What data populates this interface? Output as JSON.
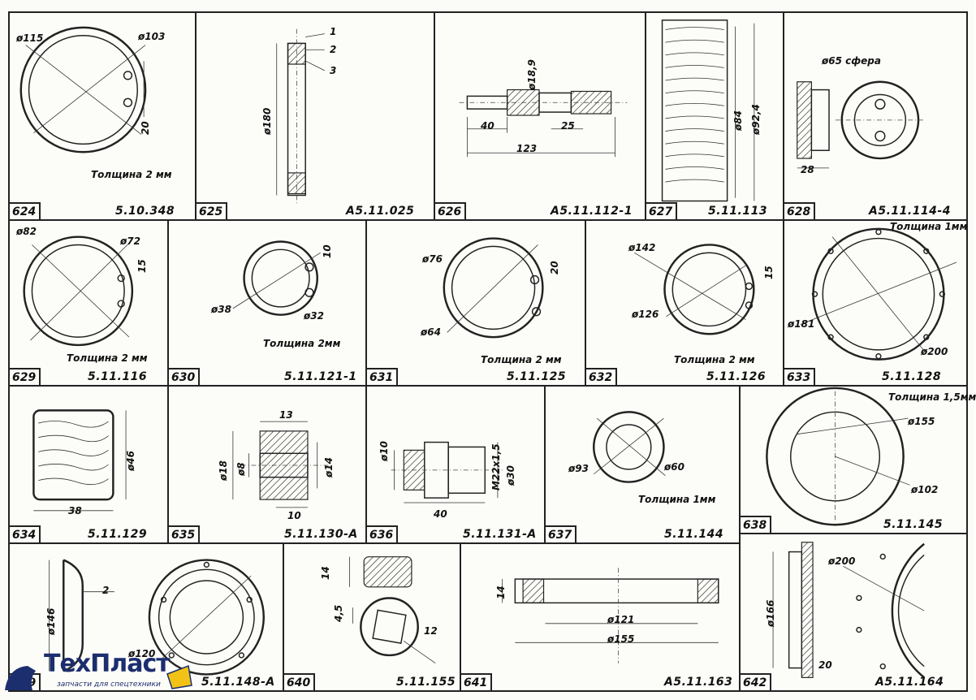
{
  "cells": [
    {
      "id": "c624",
      "num": "624",
      "code": "5.10.348",
      "labels": [
        "ø115",
        "ø103",
        "20"
      ],
      "note": "Толщина 2 мм"
    },
    {
      "id": "c625",
      "num": "625",
      "code": "А5.11.025",
      "labels": [
        "ø180",
        "1",
        "2",
        "3"
      ]
    },
    {
      "id": "c626",
      "num": "626",
      "code": "А5.11.112-1",
      "labels": [
        "ø18,9",
        "40",
        "25",
        "123"
      ]
    },
    {
      "id": "c627",
      "num": "627",
      "code": "5.11.113",
      "labels": [
        "ø84",
        "ø92,4"
      ]
    },
    {
      "id": "c628",
      "num": "628",
      "code": "А5.11.114-4",
      "labels": [
        "ø65 сфера",
        "28"
      ]
    },
    {
      "id": "c629",
      "num": "629",
      "code": "5.11.116",
      "labels": [
        "ø82",
        "ø72",
        "15"
      ],
      "note": "Толщина 2 мм"
    },
    {
      "id": "c630",
      "num": "630",
      "code": "5.11.121-1",
      "labels": [
        "10",
        "ø38",
        "ø32"
      ],
      "note": "Толщина 2мм"
    },
    {
      "id": "c631",
      "num": "631",
      "code": "5.11.125",
      "labels": [
        "ø76",
        "20",
        "ø64"
      ],
      "note": "Толщина 2 мм"
    },
    {
      "id": "c632",
      "num": "632",
      "code": "5.11.126",
      "labels": [
        "ø142",
        "15",
        "ø126"
      ],
      "note": "Толщина 2 мм"
    },
    {
      "id": "c633",
      "num": "633",
      "code": "5.11.128",
      "labels": [
        "ø181",
        "ø200"
      ],
      "note": "Толщина 1мм"
    },
    {
      "id": "c634",
      "num": "634",
      "code": "5.11.129",
      "labels": [
        "ø46",
        "38"
      ]
    },
    {
      "id": "c635",
      "num": "635",
      "code": "5.11.130-А",
      "labels": [
        "13",
        "ø18",
        "ø8",
        "ø14",
        "10"
      ]
    },
    {
      "id": "c636",
      "num": "636",
      "code": "5.11.131-А",
      "labels": [
        "ø10",
        "M22x1,5",
        "ø30",
        "40"
      ]
    },
    {
      "id": "c637",
      "num": "637",
      "code": "5.11.144",
      "labels": [
        "ø93",
        "ø60"
      ],
      "note": "Толщина 1мм"
    },
    {
      "id": "c638",
      "num": "638",
      "code": "5.11.145",
      "labels": [
        "ø155",
        "ø102"
      ],
      "note": "Толщина 1,5мм"
    },
    {
      "id": "c639",
      "num": "639",
      "code": "5.11.148-А",
      "labels": [
        "2",
        "ø146",
        "ø120"
      ]
    },
    {
      "id": "c640",
      "num": "640",
      "code": "5.11.155",
      "labels": [
        "14",
        "4,5",
        "12"
      ]
    },
    {
      "id": "c641",
      "num": "641",
      "code": "А5.11.163",
      "labels": [
        "14",
        "ø121",
        "ø155"
      ]
    },
    {
      "id": "c642",
      "num": "642",
      "code": "А5.11.164",
      "labels": [
        "ø200",
        "ø166",
        "20"
      ]
    }
  ],
  "logo": {
    "name": "ТехПласт",
    "tagline": "запчасти для спецтехники"
  },
  "colors": {
    "ink": "#222222",
    "paper": "#fcfcf9",
    "logo": "#1c2e6e"
  }
}
